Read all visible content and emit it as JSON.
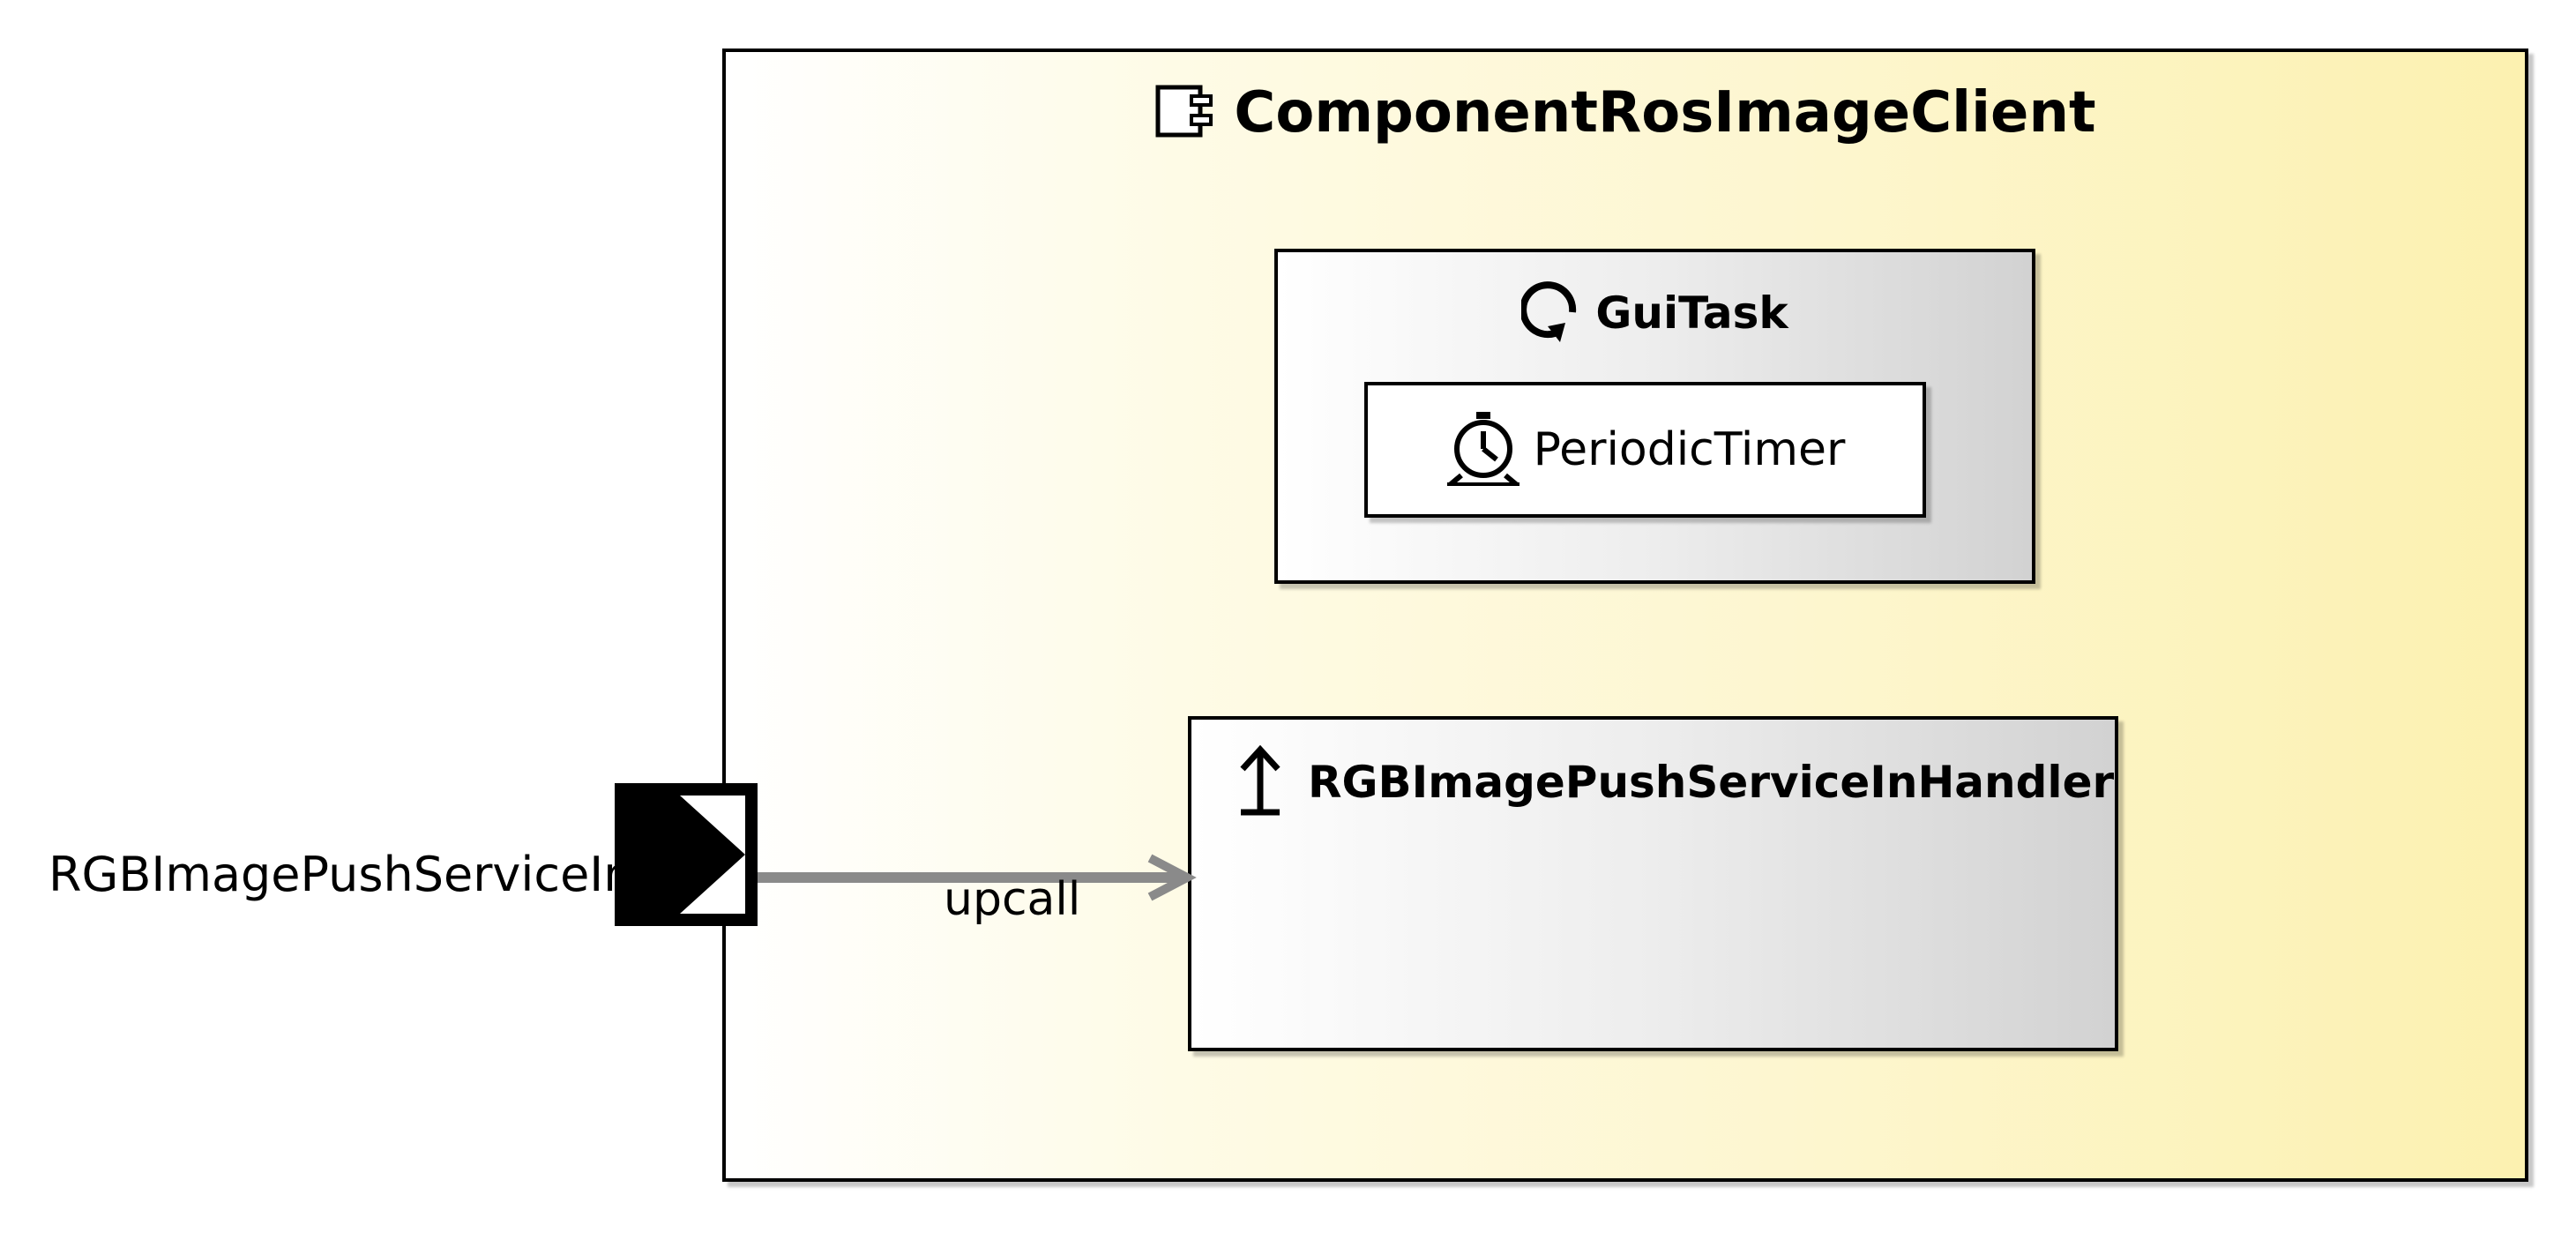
{
  "component": {
    "title": "ComponentRosImageClient",
    "icon": "component-icon",
    "fill_colors": [
      "#ffffff",
      "#fcf1b0"
    ]
  },
  "tasks": [
    {
      "title": "GuiTask",
      "icon": "task-loop-icon",
      "children": [
        {
          "label": "PeriodicTimer",
          "icon": "timer-icon"
        }
      ]
    }
  ],
  "handlers": [
    {
      "title": "RGBImagePushServiceInHandler",
      "icon": "upcall-arrow-icon"
    }
  ],
  "ports": [
    {
      "label": "RGBImagePushServiceIn",
      "icon": "input-port-icon"
    }
  ],
  "connectors": [
    {
      "label": "upcall",
      "color": "#8a8a8a"
    }
  ]
}
